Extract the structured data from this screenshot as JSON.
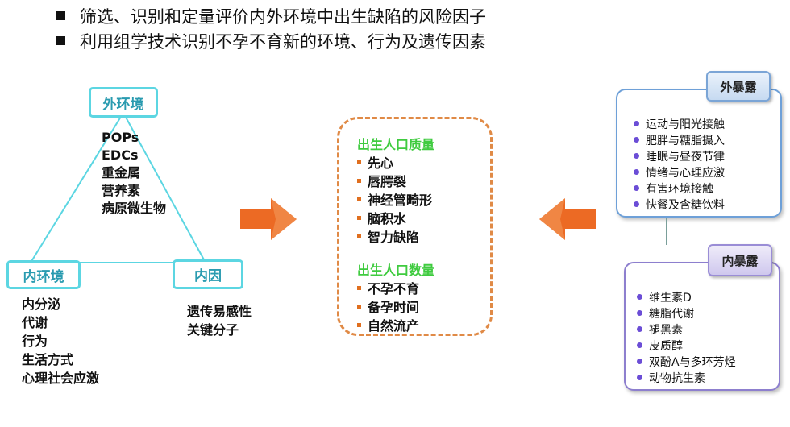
{
  "header": {
    "bullets": [
      "筛选、识别和定量评价内外环境中出生缺陷的风险因子",
      "利用组学技术识别不孕不育新的环境、行为及遗传因素"
    ]
  },
  "triangle": {
    "top_label": "外环境",
    "left_label": "内环境",
    "right_label": "内因",
    "outer_items": [
      "POPs",
      "EDCs",
      "重金属",
      "营养素",
      "病原微生物"
    ],
    "inner_items": [
      "内分泌",
      "代谢",
      "行为",
      "生活方式",
      "心理社会应激"
    ],
    "internal_items": [
      "遗传易感性",
      "关键分子"
    ]
  },
  "center": {
    "quality_title": "出生人口质量",
    "quality_items": [
      "先心",
      "唇腭裂",
      "神经管畸形",
      "脑积水",
      "智力缺陷"
    ],
    "quantity_title": "出生人口数量",
    "quantity_items": [
      "不孕不育",
      "备孕时间",
      "自然流产"
    ]
  },
  "external_exposure": {
    "tag": "外暴露",
    "items": [
      "运动与阳光接触",
      "肥胖与糖脂摄入",
      "睡眠与昼夜节律",
      "情绪与心理应激",
      "有害环境接触",
      "快餐及含糖饮料"
    ]
  },
  "internal_exposure": {
    "tag": "内暴露",
    "items": [
      "维生素D",
      "糖脂代谢",
      "褪黑素",
      "皮质醇",
      "双酚A与多环芳烃",
      "动物抗生素"
    ]
  },
  "colors": {
    "triangle_line": "#5cd6e2",
    "label_text": "#2a9bb0",
    "center_border": "#e08a46",
    "center_title": "#3fcb3f",
    "arrow": "#ec6a24",
    "bullet_dot": "#6b4dd6"
  }
}
